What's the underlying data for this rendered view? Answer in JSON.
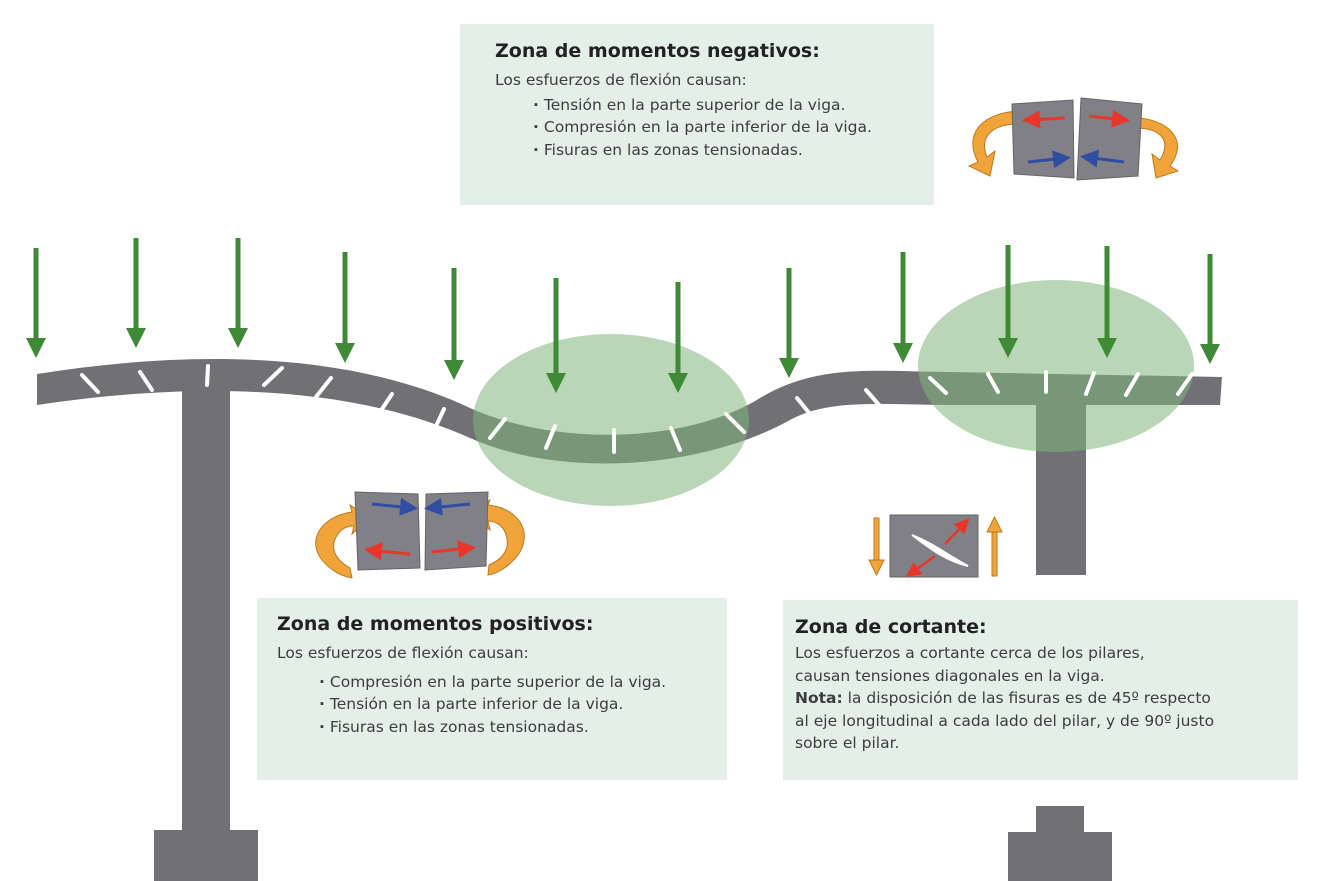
{
  "negative_zone": {
    "title": "Zona de momentos negativos:",
    "intro": "Los esfuerzos de flexión causan:",
    "items": [
      "Tensión en la parte superior de la viga.",
      "Compresión en la parte inferior de la viga.",
      "Fisuras en las zonas tensionadas."
    ]
  },
  "positive_zone": {
    "title": "Zona de momentos positivos:",
    "intro": "Los esfuerzos de flexión causan:",
    "items": [
      "Compresión en la parte superior de la viga.",
      "Tensión en la parte inferior de la viga.",
      "Fisuras en las zonas tensionadas."
    ]
  },
  "shear_zone": {
    "title": "Zona de cortante:",
    "line1": "Los esfuerzos a cortante cerca de los pilares,",
    "line2": "causan tensiones diagonales en la viga.",
    "note_label": "Nota:",
    "note_line1": " la disposición de las fisuras es de 45º respecto",
    "note_line2": "al eje longitudinal a cada lado del pilar, y de 90º justo",
    "note_line3": "sobre el pilar."
  },
  "colors": {
    "structure": "#707075",
    "crack": "#ffffff",
    "load_arrow": "#3f8a37",
    "highlight_zone": "#7fb77a",
    "box_background": "#e3efe8",
    "tension_arrow": "#e8372a",
    "compression_arrow": "#2f4ea3",
    "rotation_arrow": "#f0a43a"
  },
  "icons": {
    "load": "down-arrow-icon",
    "rotation": "curved-arrow-icon",
    "shear": "up-down-arrow-icon"
  }
}
